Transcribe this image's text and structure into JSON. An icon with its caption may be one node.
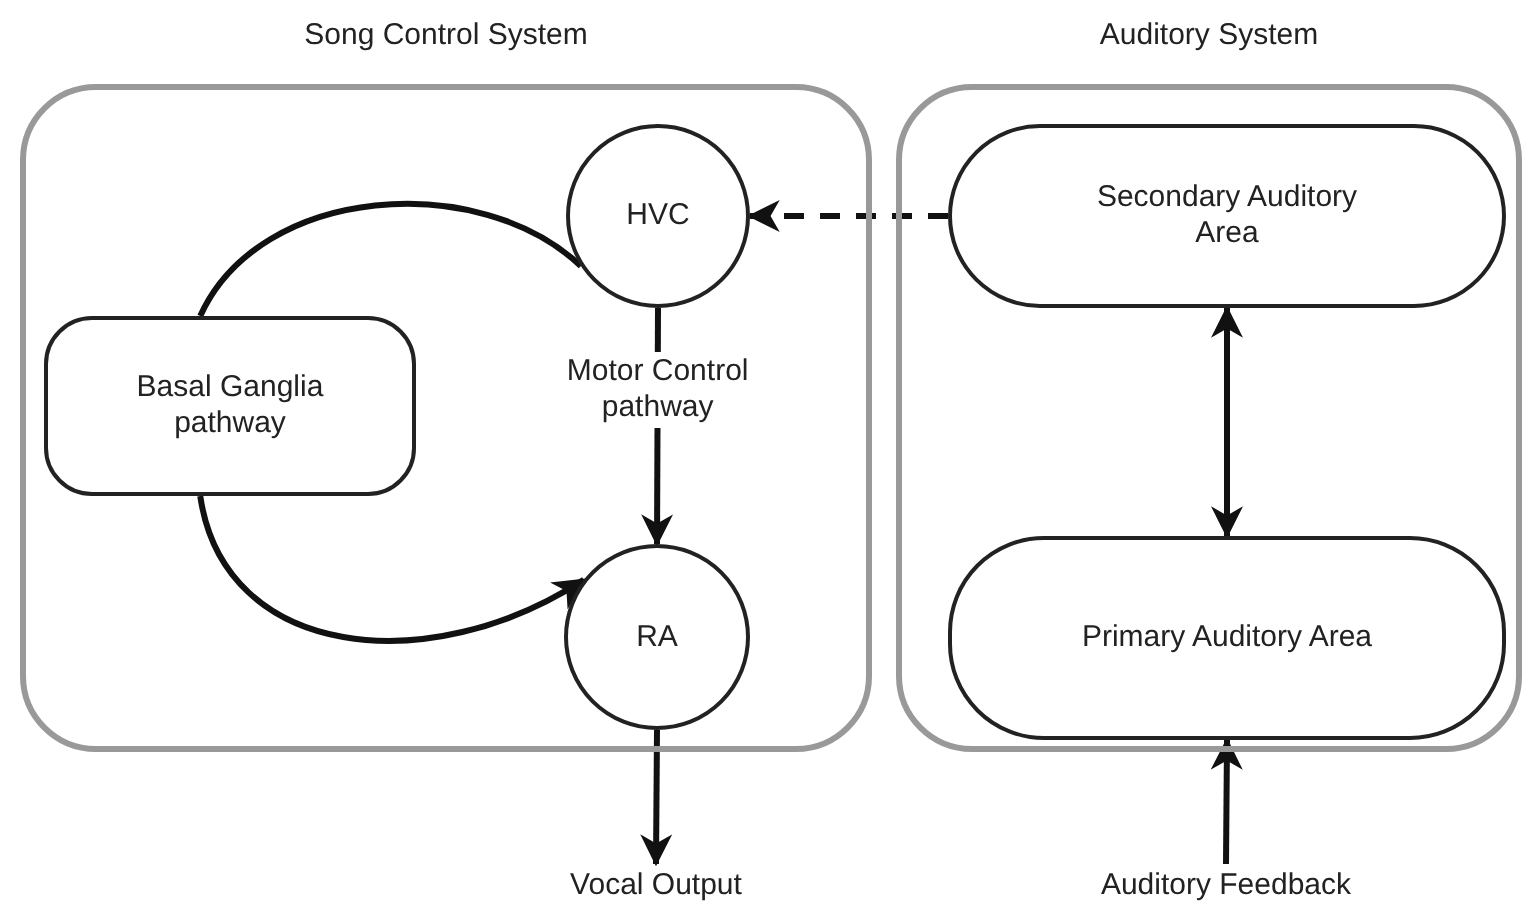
{
  "diagram": {
    "nodes": [
      {
        "text": [
          "Song Control System"
        ]
      },
      {
        "text": [
          "HVC"
        ],
        "in": 0
      },
      {
        "text": [
          "Basal Ganglia pathway"
        ],
        "in": 0
      },
      {
        "text": [
          "RA"
        ],
        "in": 0
      },
      {
        "text": [
          "Auditory System"
        ]
      },
      {
        "text": [
          "Secondary Auditory Area"
        ],
        "in": 4
      },
      {
        "text": [
          "Primary Auditory Area"
        ],
        "in": 4
      },
      {
        "text": [
          "Vocal Output"
        ]
      },
      {
        "text": [
          "Auditory Feedback"
        ]
      }
    ],
    "edges": [
      {
        "from": 1,
        "to": 3,
        "arrow": "to",
        "label": "Motor Control pathway"
      },
      {
        "from": 1,
        "to": 2,
        "arrow": "none"
      },
      {
        "from": 2,
        "to": 3,
        "arrow": "to"
      },
      {
        "from": 5,
        "to": 1,
        "arrow": "to",
        "style": "dashed"
      },
      {
        "from": 5,
        "to": 6,
        "arrow": "both"
      },
      {
        "from": 3,
        "to": 7,
        "arrow": "to"
      },
      {
        "from": 8,
        "to": 6,
        "arrow": "to"
      }
    ]
  }
}
